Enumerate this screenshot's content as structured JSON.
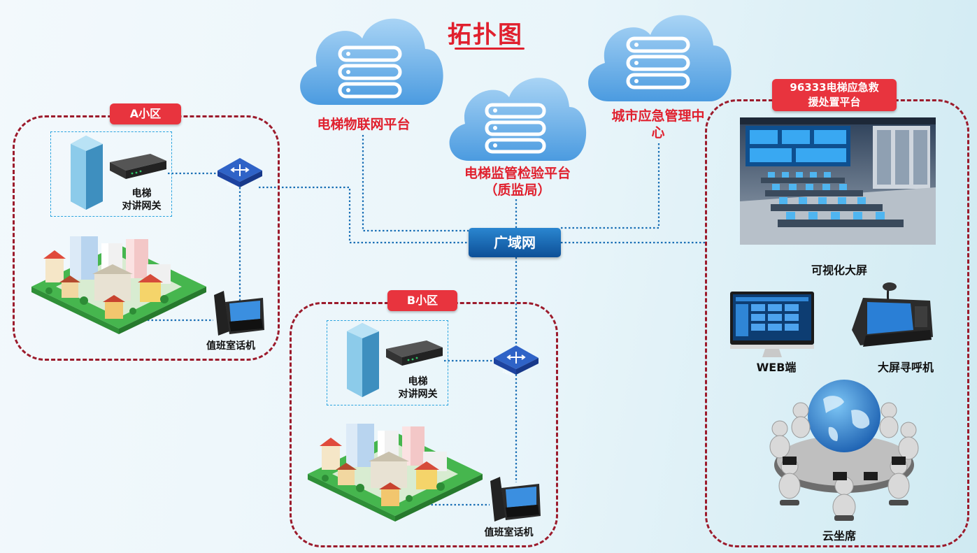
{
  "title": "拓扑图",
  "clouds": [
    {
      "label": "电梯物联网平台"
    },
    {
      "label": "电梯监管检验平台（质监局）"
    },
    {
      "label": "城市应急管理中心"
    }
  ],
  "wan": {
    "label": "广域网"
  },
  "zone_a": {
    "tag": "A小区",
    "gateway_label": "电梯\n对讲网关",
    "phone_label": "值班室话机",
    "switch_text": "SWITCH"
  },
  "zone_b": {
    "tag": "B小区",
    "gateway_label": "电梯\n对讲网关",
    "phone_label": "值班室话机",
    "switch_text": "SWITCH"
  },
  "platform": {
    "tag": "96333电梯应急救援处置平台",
    "screen_label": "可视化大屏",
    "web_label": "WEB端",
    "pager_label": "大屏寻呼机",
    "seats_label": "云坐席"
  },
  "colors": {
    "accent_red": "#e0202e",
    "zone_border": "#9c1b2c",
    "link_blue": "#1a6fb5",
    "cloud_blue": "#5aa8e6"
  }
}
